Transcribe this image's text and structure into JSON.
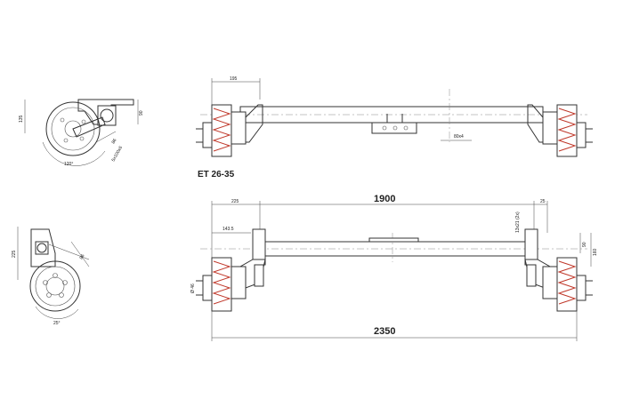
{
  "model_label": "ET 26-35",
  "dimensions": {
    "track_width": "1900",
    "overall_width": "2350",
    "top_offset": "195",
    "tube_section": "80x4",
    "mount_offset": "225",
    "wheel_offset": "143.5",
    "plate_width": "25",
    "bolt_spec": "13x21 (2x)",
    "height_90": "90",
    "height_160": "160",
    "drum_angle": "120°",
    "side_angle": "25°",
    "side_height": "225",
    "side_height_top": "135",
    "side_dim_90": "90",
    "side_dim_86": "86",
    "side_bolt": "5x100x6",
    "stub_dia": "Ø 46"
  }
}
